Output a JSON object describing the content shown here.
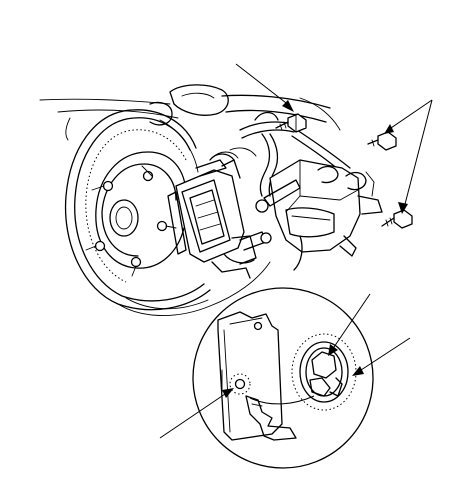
{
  "figure": {
    "type": "exploded-view illustration",
    "callouts": [
      "upper-left",
      "upper-right",
      "right-a",
      "right-b",
      "lower-left"
    ]
  }
}
